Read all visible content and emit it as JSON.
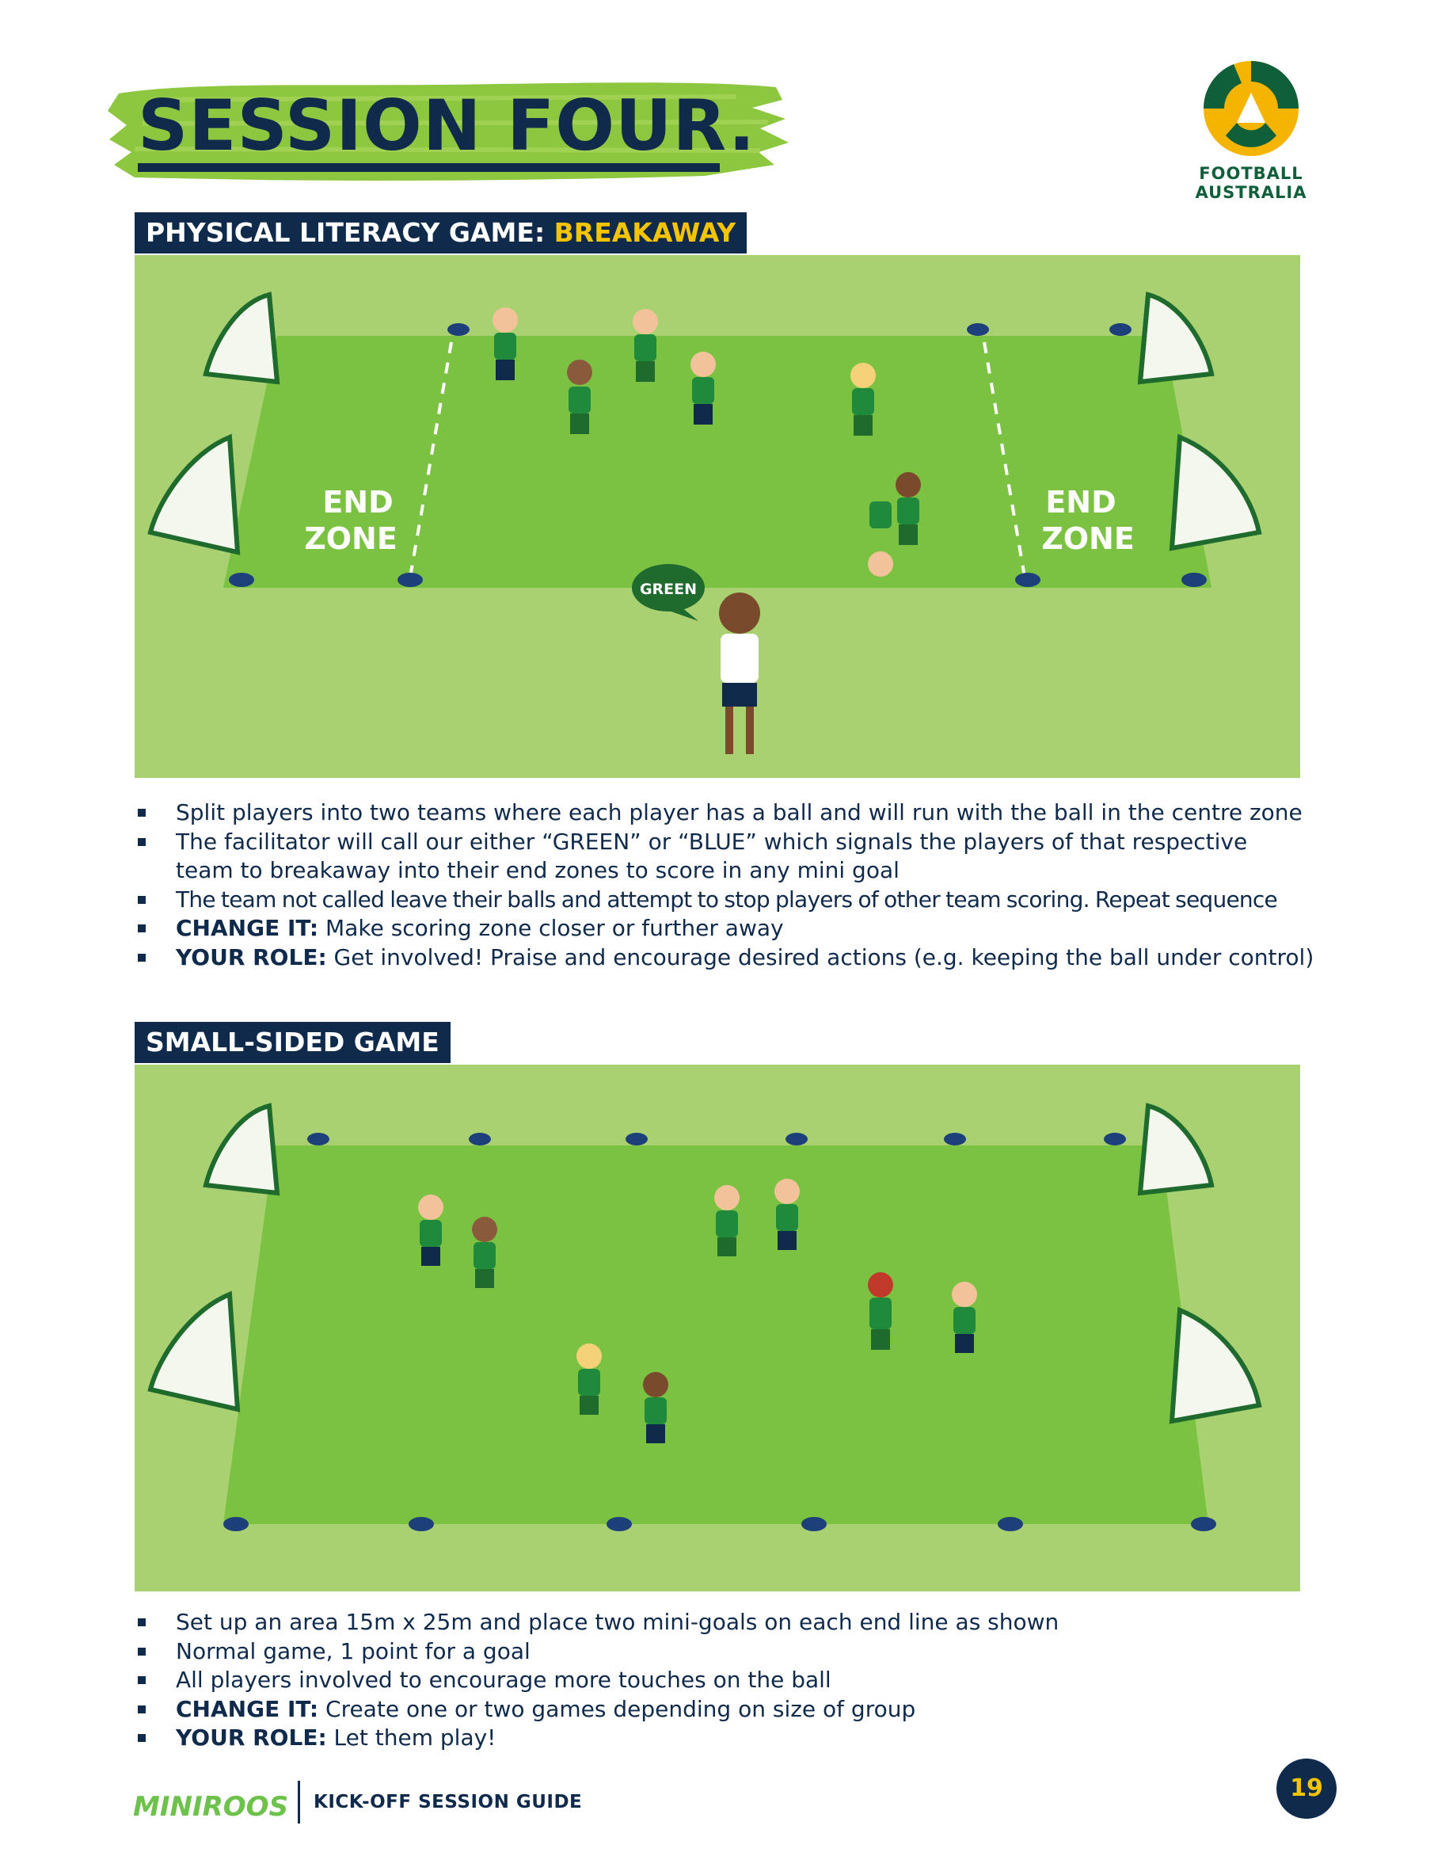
{
  "header": {
    "title": "SESSION FOUR.",
    "logo": {
      "line1": "FOOTBALL",
      "line2": "AUSTRALIA",
      "icon": "football-australia-logo-icon"
    }
  },
  "section1": {
    "label": "PHYSICAL LITERACY GAME: ",
    "highlight": "BREAKAWAY",
    "diagram": {
      "left_zone_line1": "END",
      "left_zone_line2": "ZONE",
      "right_zone_line1": "END",
      "right_zone_line2": "ZONE",
      "speech": "GREEN"
    },
    "bullets": [
      {
        "strong": "",
        "text": "Split players into two teams where each player has a ball and will run with the ball in the centre zone"
      },
      {
        "strong": "",
        "text": "The facilitator will call our either “GREEN” or “BLUE” which signals the players of that respective team to breakaway into their end zones to score in any mini goal"
      },
      {
        "strong": "",
        "text": "The team not called leave their balls and attempt to stop players of other team scoring. Repeat sequence"
      },
      {
        "strong": "CHANGE IT:",
        "text": " Make scoring zone closer or further away"
      },
      {
        "strong": "YOUR ROLE:",
        "text": " Get involved! Praise and encourage desired actions (e.g. keeping the ball under control)"
      }
    ]
  },
  "section2": {
    "label": "SMALL-SIDED GAME",
    "bullets": [
      {
        "strong": "",
        "text": "Set up an area 15m x 25m and place two mini-goals on each end line as shown"
      },
      {
        "strong": "",
        "text": "Normal game, 1 point for a goal"
      },
      {
        "strong": "",
        "text": "All players involved to encourage more touches on the ball"
      },
      {
        "strong": "CHANGE IT:",
        "text": " Create one or two games depending on size of group"
      },
      {
        "strong": "YOUR ROLE:",
        "text": " Let them play!"
      }
    ]
  },
  "footer": {
    "brand": "MINIROOS",
    "guide": "KICK-OFF SESSION GUIDE",
    "page": "19"
  }
}
